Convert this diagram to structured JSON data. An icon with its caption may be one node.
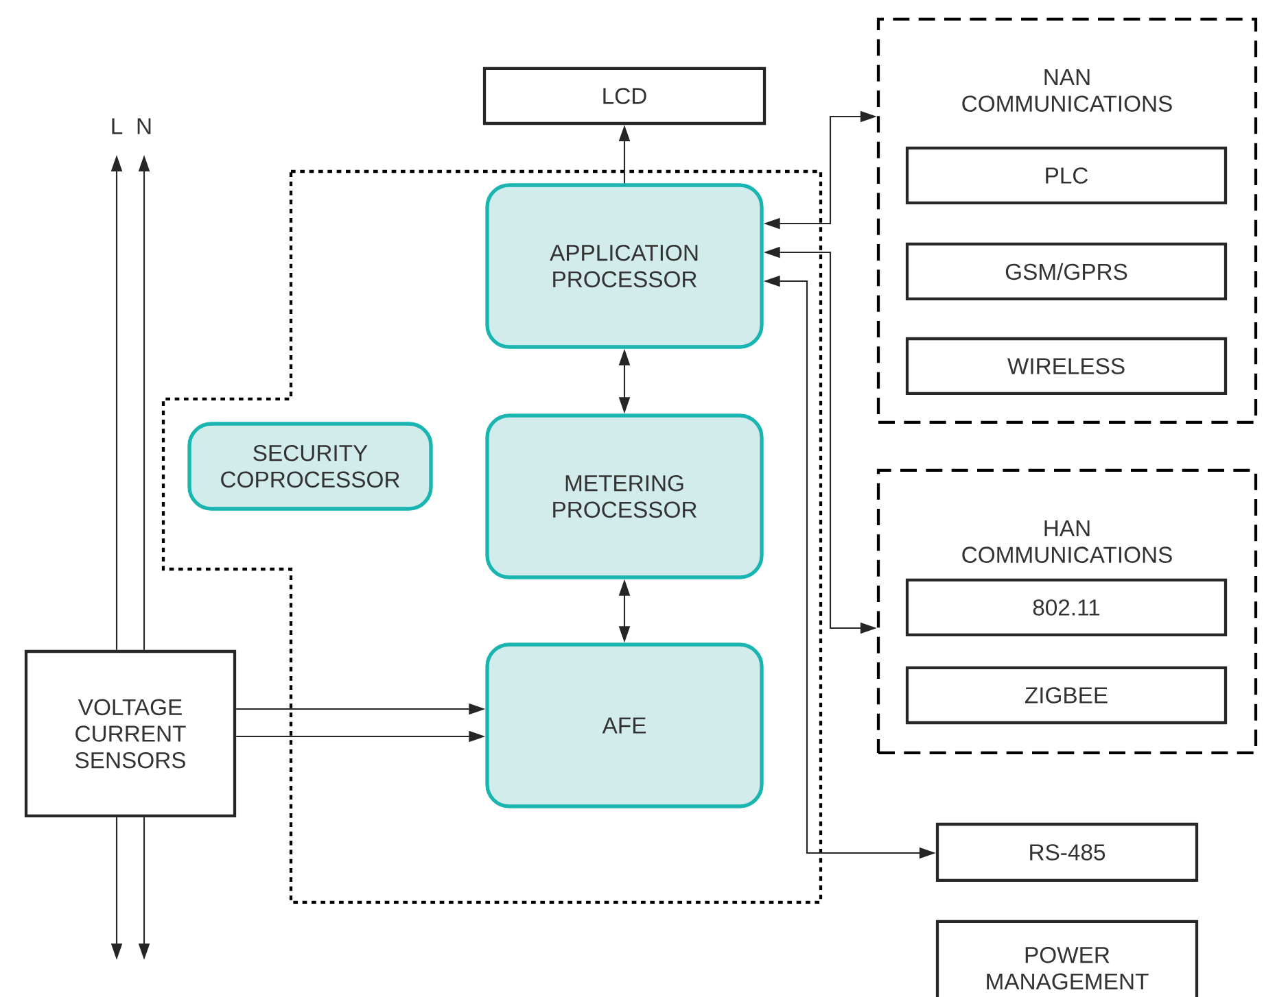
{
  "diagram": {
    "nodes": [
      {
        "text": [
          "LCD"
        ]
      },
      {
        "text": [],
        "shape": "box"
      },
      {
        "text": [
          "APPLICATION PROCESSOR"
        ],
        "in": 1
      },
      {
        "text": [
          "SECURITY COPROCESSOR"
        ],
        "in": 1
      },
      {
        "text": [
          "METERING PROCESSOR"
        ],
        "in": 1
      },
      {
        "text": [
          "AFE"
        ],
        "in": 1
      },
      {
        "text": [
          "NAN COMMUNICATIONS"
        ]
      },
      {
        "text": [
          "PLC"
        ],
        "in": 6
      },
      {
        "text": [
          "GSM/GPRS"
        ],
        "in": 6
      },
      {
        "text": [
          "WIRELESS"
        ],
        "in": 6
      },
      {
        "text": [
          "HAN COMMUNICATIONS"
        ]
      },
      {
        "text": [
          "802.11"
        ],
        "in": 10
      },
      {
        "text": [
          "ZIGBEE"
        ],
        "in": 10
      },
      {
        "text": [
          "VOLTAGE CURRENT SENSORS"
        ]
      },
      {
        "text": [
          "RS-485"
        ]
      },
      {
        "text": [
          "POWER MANAGEMENT"
        ]
      }
    ],
    "edges": [
      {
        "from": 2,
        "to": 0,
        "arrow": "to"
      },
      {
        "from": 2,
        "to": 4,
        "arrow": "both"
      },
      {
        "from": 4,
        "to": 5,
        "arrow": "both"
      },
      {
        "from": 13,
        "to": 5,
        "arrow": "to"
      },
      {
        "from": 13,
        "to": 5,
        "arrow": "to"
      },
      {
        "from": 2,
        "to": 6,
        "arrow": "both"
      },
      {
        "from": 2,
        "to": 10,
        "arrow": "both"
      },
      {
        "from": 2,
        "to": 14,
        "arrow": "both"
      },
      {
        "from": 13,
        "to": null,
        "arrow": "to"
      },
      {
        "from": 13,
        "to": null,
        "arrow": "to"
      },
      {
        "from": 13,
        "to": null,
        "arrow": "to"
      },
      {
        "from": 13,
        "to": null,
        "arrow": "to"
      }
    ],
    "labels": [
      "L",
      "N"
    ]
  }
}
